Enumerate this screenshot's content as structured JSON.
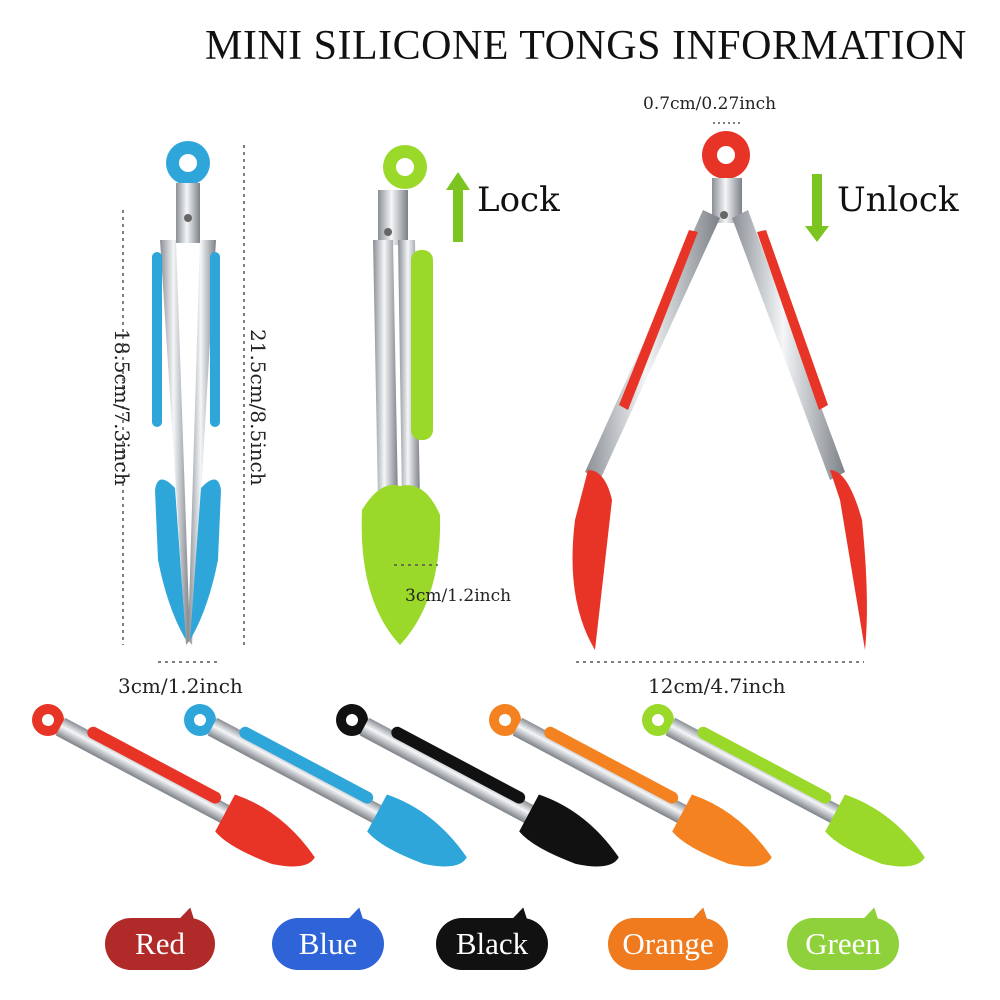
{
  "title": "MINI SILICONE TONGS INFORMATION",
  "dimensions": {
    "length_short": "18.5cm/7.3inch",
    "length_long": "21.5cm/8.5inch",
    "width_blue": "3cm/1.2inch",
    "width_green": "3cm/1.2inch",
    "ring_width": "0.7cm/0.27inch",
    "open_width": "12cm/4.7inch"
  },
  "lock": {
    "label": "Lock",
    "icon": "arrow-up-icon",
    "color": "#7cc520"
  },
  "unlock": {
    "label": "Unlock",
    "icon": "arrow-down-icon",
    "color": "#7cc520"
  },
  "colors": [
    {
      "label": "Red",
      "hex": "#b02a2a",
      "tong": "#e83426"
    },
    {
      "label": "Blue",
      "hex": "#2f64d9",
      "tong": "#2ea6d9"
    },
    {
      "label": "Black",
      "hex": "#111111",
      "tong": "#111111"
    },
    {
      "label": "Orange",
      "hex": "#f07a1e",
      "tong": "#f58220"
    },
    {
      "label": "Green",
      "hex": "#8fd13a",
      "tong": "#9ad82a"
    }
  ]
}
